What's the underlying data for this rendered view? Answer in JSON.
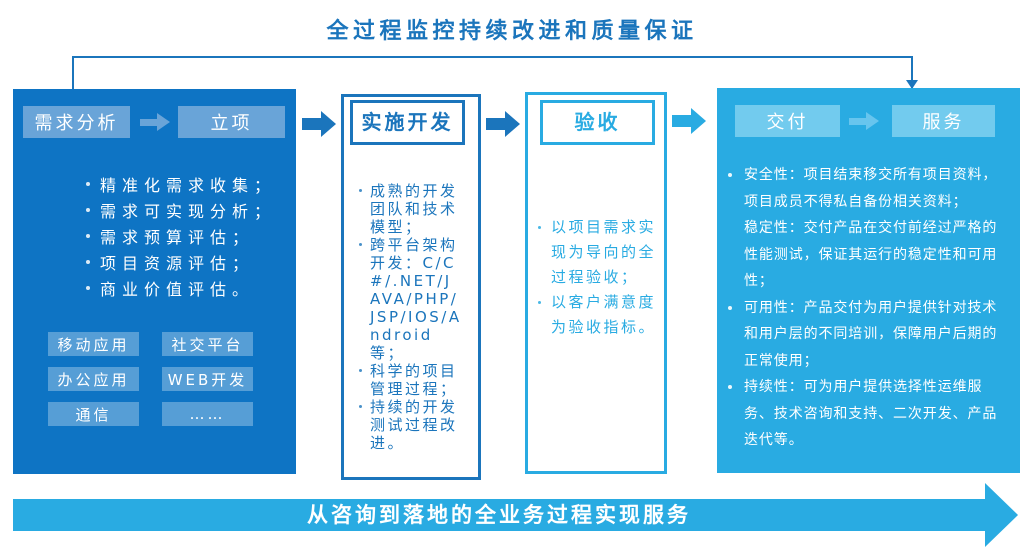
{
  "title": "全过程监控持续改进和质量保证",
  "banner": "从咨询到落地的全业务过程实现服务",
  "colors": {
    "dark_blue": "#1B75BC",
    "panel_blue_fill": "#0E74C4",
    "badge_blue": "#69A4D8",
    "cyan": "#29ABE2",
    "badge_cyan": "#72CBEE"
  },
  "stages": [
    {
      "badges": [
        "需求分析",
        "立项"
      ],
      "bullets": [
        "精准化需求收集；",
        "需求可实现分析；",
        "需求预算评估；",
        "项目资源评估；",
        "商业价值评估。"
      ],
      "tags": [
        "移动应用",
        "社交平台",
        "办公应用",
        "WEB开发",
        "通信",
        "……"
      ]
    },
    {
      "header": "实施开发",
      "bullets": [
        "成熟的开发团队和技术模型；",
        "跨平台架构开发：C/C#/.NET/JAVA/PHP/JSP/IOS/Android等；",
        "科学的项目管理过程；",
        "持续的开发测试过程改进。"
      ]
    },
    {
      "header": "验收",
      "bullets": [
        "以项目需求实现为导向的全过程验收；",
        "以客户满意度为验收指标。"
      ]
    },
    {
      "badges": [
        "交付",
        "服务"
      ],
      "bullets": [
        {
          "has_marker": true,
          "text": "安全性：项目结束移交所有项目资料，项目成员不得私自备份相关资料；"
        },
        {
          "has_marker": false,
          "text": "稳定性：交付产品在交付前经过严格的性能测试，保证其运行的稳定性和可用性；"
        },
        {
          "has_marker": true,
          "text": "可用性：产品交付为用户提供针对技术和用户层的不同培训，保障用户后期的正常使用；"
        },
        {
          "has_marker": true,
          "text": "持续性：可为用户提供选择性运维服务、技术咨询和支持、二次开发、产品迭代等。"
        }
      ]
    }
  ]
}
